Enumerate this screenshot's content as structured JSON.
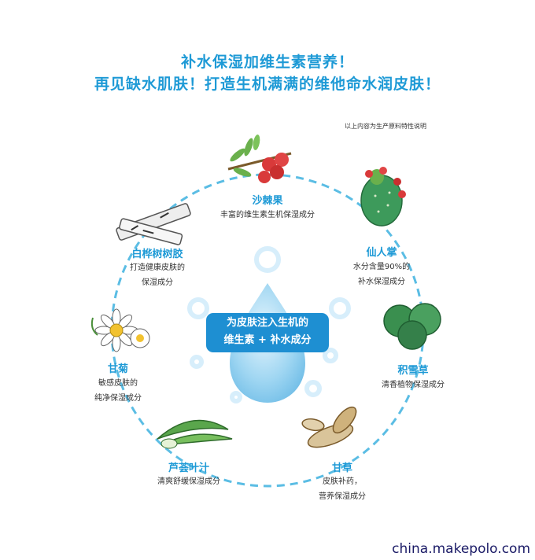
{
  "headline": {
    "line1": "补水保湿加维生素营养！",
    "line2": "再见缺水肌肤！打造生机满满的维他命水润皮肤！"
  },
  "note": "以上内容为生产原料特性说明",
  "center": {
    "line1": "为皮肤注入生机的",
    "line2": "维生素 + 补水成分"
  },
  "ingredients": [
    {
      "name": "沙棘果",
      "desc": "丰富的维生素生机保湿成分"
    },
    {
      "name": "仙人掌",
      "desc": "水分含量90%的\n补水保湿成分"
    },
    {
      "name": "积雪草",
      "desc": "清香植物保湿成分"
    },
    {
      "name": "甘草",
      "desc": "皮肤补药，\n营养保湿成分"
    },
    {
      "name": "芦荟叶汁",
      "desc": "清爽舒缓保湿成分"
    },
    {
      "name": "甘菊",
      "desc": "敏感皮肤的\n纯净保湿成分"
    },
    {
      "name": "白桦树树胶",
      "desc": "打造健康皮肤的\n保湿成分"
    }
  ],
  "watermark": "china.makepolo.com",
  "colors": {
    "accent": "#1e9ad6",
    "ring": "#5bbde4",
    "drop": "#9fd6f2"
  }
}
